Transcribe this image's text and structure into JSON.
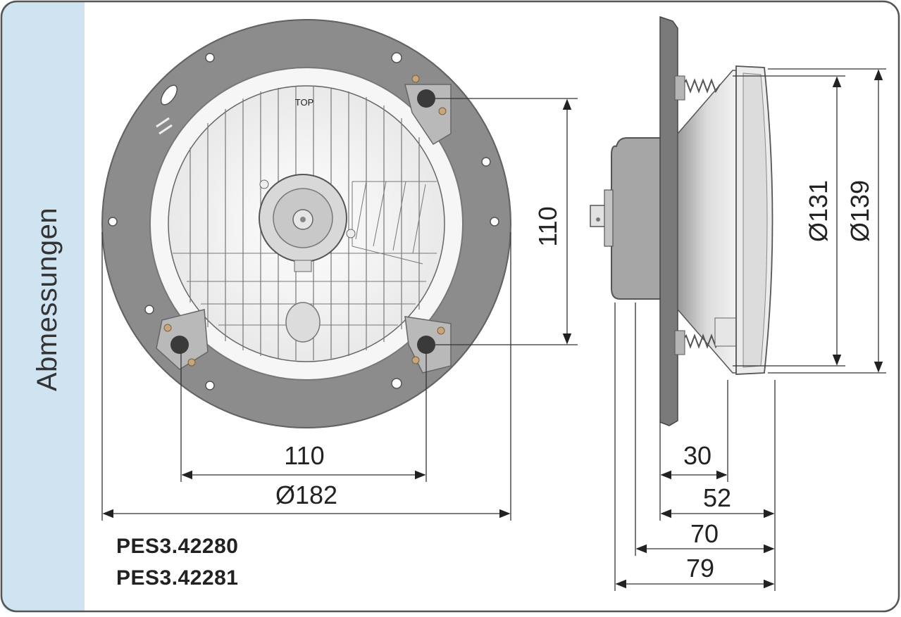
{
  "sidebar": {
    "label": "Abmessungen"
  },
  "front_view": {
    "lens_mark": "TOP",
    "dim_vertical": "110",
    "dim_horizontal": "110",
    "dim_diameter": "Ø182"
  },
  "side_view": {
    "dim_d131": "Ø131",
    "dim_d139": "Ø139",
    "dim_30": "30",
    "dim_52": "52",
    "dim_70": "70",
    "dim_79": "79"
  },
  "part_numbers": [
    "PES3.42280",
    "PES3.42281"
  ],
  "colors": {
    "sidebar": "#cfe3f0",
    "flange": "#8c8c8c",
    "lens": "#f4f4f4",
    "line": "#333333"
  }
}
